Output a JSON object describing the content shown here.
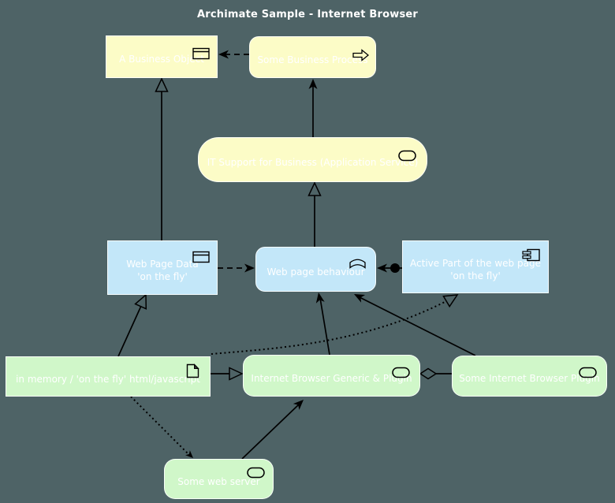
{
  "title": "Archimate Sample - Internet Browser",
  "colors": {
    "background": "#4E6366",
    "business_layer": "#FCFCC7",
    "application_layer": "#C3E7F9",
    "technology_layer": "#D0F7C9",
    "line": "#000000",
    "text": "#FFFFFF"
  },
  "nodes": {
    "business_object": {
      "label": "A Business Object",
      "icon": "business-object-icon",
      "layer": "business",
      "shape": "rectangle"
    },
    "business_process": {
      "label": "Some Business Process",
      "icon": "process-arrow-icon",
      "layer": "business",
      "shape": "rounded"
    },
    "app_service": {
      "label": "IT Support for Business (Application Service)",
      "icon": "service-oval-icon",
      "layer": "business",
      "shape": "rounded"
    },
    "web_page_data": {
      "line1": "Web Page Data",
      "line2": "'on the fly'",
      "icon": "business-object-icon",
      "layer": "application",
      "shape": "rectangle"
    },
    "web_page_behaviour": {
      "label": "Web page behaviour",
      "icon": "function-chevron-icon",
      "layer": "application",
      "shape": "rounded"
    },
    "active_part": {
      "line1": "Active Part of the web page",
      "line2": "'on the fly'",
      "icon": "component-icon",
      "layer": "application",
      "shape": "rectangle"
    },
    "in_memory": {
      "label": "in memory / 'on the fly' html/javascript",
      "icon": "artifact-icon",
      "layer": "technology",
      "shape": "rectangle"
    },
    "browser": {
      "label": "Internet Browser Generic & Plugin",
      "icon": "service-oval-icon",
      "layer": "technology",
      "shape": "rounded"
    },
    "plugin": {
      "label": "Some Internet Browser Plugin",
      "icon": "service-oval-icon",
      "layer": "technology",
      "shape": "rounded"
    },
    "web_server": {
      "label": "Some web server",
      "icon": "service-oval-icon",
      "layer": "technology",
      "shape": "rounded"
    }
  },
  "edges": [
    {
      "from": "business_process",
      "to": "business_object",
      "line": "dashed",
      "end": "filled-arrow"
    },
    {
      "from": "web_page_data",
      "to": "business_object",
      "line": "solid",
      "end": "hollow-triangle"
    },
    {
      "from": "app_service",
      "to": "business_process",
      "line": "solid",
      "end": "filled-arrow"
    },
    {
      "from": "web_page_behaviour",
      "to": "app_service",
      "line": "solid",
      "end": "hollow-triangle"
    },
    {
      "from": "web_page_data",
      "to": "web_page_behaviour",
      "line": "dashed",
      "end": "filled-arrow"
    },
    {
      "from": "active_part",
      "to": "web_page_behaviour",
      "line": "solid",
      "start": "ball",
      "end": "filled-arrow"
    },
    {
      "from": "in_memory",
      "to": "web_page_data",
      "line": "solid",
      "end": "hollow-triangle"
    },
    {
      "from": "in_memory",
      "to": "active_part",
      "line": "dotted",
      "end": "hollow-triangle"
    },
    {
      "from": "in_memory",
      "to": "browser",
      "line": "solid",
      "end": "hollow-triangle"
    },
    {
      "from": "browser",
      "to": "web_page_behaviour",
      "line": "solid",
      "end": "filled-arrow"
    },
    {
      "from": "plugin",
      "to": "web_page_behaviour",
      "line": "solid",
      "end": "filled-arrow"
    },
    {
      "from": "browser",
      "to": "plugin",
      "line": "solid",
      "start": "hollow-diamond"
    },
    {
      "from": "web_server",
      "to": "browser",
      "line": "solid",
      "end": "filled-arrow"
    },
    {
      "from": "in_memory",
      "to": "web_server",
      "line": "dotted",
      "end": "small-arrow"
    }
  ]
}
